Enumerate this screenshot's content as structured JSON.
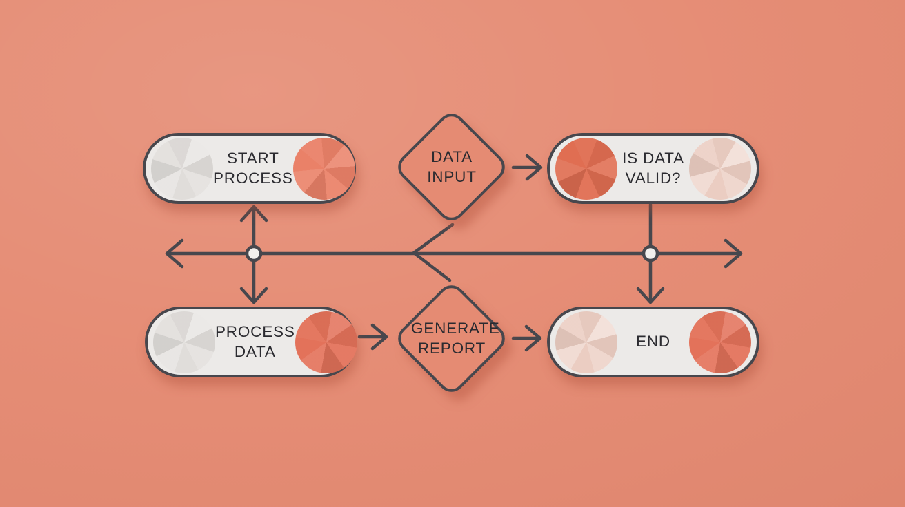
{
  "diagram": {
    "type": "flowchart",
    "nodes": [
      {
        "id": "start-process",
        "shape": "pill",
        "label": "START PROCESS",
        "left_circle": "gray",
        "right_circle": "coral-light"
      },
      {
        "id": "data-input",
        "shape": "diamond",
        "label": "DATA INPUT"
      },
      {
        "id": "is-data-valid",
        "shape": "pill",
        "label": "IS DATA VALID?",
        "left_circle": "red",
        "right_circle": "pink"
      },
      {
        "id": "process-data",
        "shape": "pill",
        "label": "PROCESS DATA",
        "left_circle": "gray",
        "right_circle": "coral"
      },
      {
        "id": "generate-report",
        "shape": "diamond",
        "label": "GENERATE REPORT"
      },
      {
        "id": "end",
        "shape": "pill",
        "label": "END",
        "left_circle": "pink",
        "right_circle": "coral"
      }
    ],
    "edges": [
      {
        "id": "horizontal-axis",
        "type": "double-headed-horizontal-line",
        "junction_dots": 2
      },
      {
        "id": "start-process--process-data",
        "type": "vertical-double-arrow",
        "via": "left-junction"
      },
      {
        "id": "data-input--is-data-valid",
        "type": "arrow-right"
      },
      {
        "id": "is-data-valid--end",
        "type": "arrow-down",
        "via": "right-junction"
      },
      {
        "id": "process-data--generate-report",
        "type": "arrow-right"
      },
      {
        "id": "generate-report--end",
        "type": "arrow-right"
      },
      {
        "id": "data-input--generate-report",
        "type": "bent-line-through-axis"
      }
    ]
  },
  "theme": {
    "background": "#E58B73",
    "outline": "#47474D",
    "pill_fill": "#ECEAE8",
    "label_text": "#2B2B30",
    "circle_gray": "#E0DDDA",
    "circle_coral_light": "#EA8168",
    "circle_coral": "#E3725A",
    "circle_red": "#E06E52",
    "circle_pink": "#EBCDC2",
    "junction_fill": "#F1EFEC"
  }
}
